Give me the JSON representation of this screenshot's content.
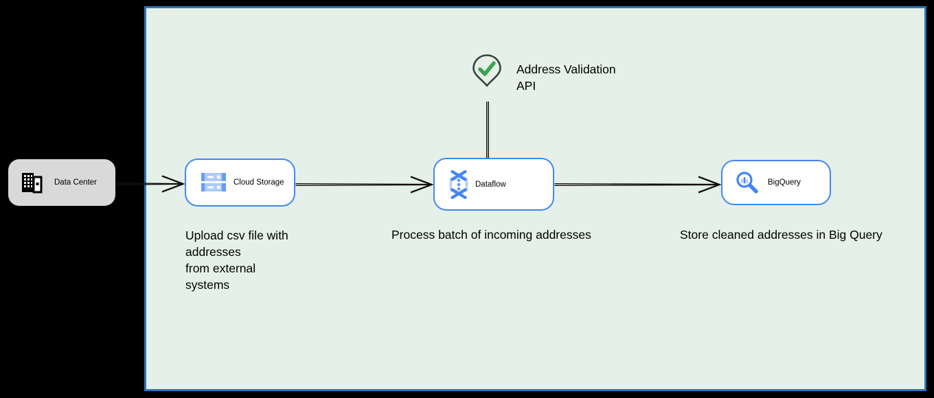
{
  "colors": {
    "canvas_bg": "#000000",
    "container_bg": "#e4f0e8",
    "container_border": "#2e76b5",
    "node_border_blue": "#4285f4",
    "data_center_bg": "#d9d9d9",
    "icon_blue_dark": "#4285f4",
    "icon_blue_mid": "#669df6",
    "icon_blue_light": "#aecbfa",
    "check_green": "#3fa154",
    "pin_outline": "#3c4043",
    "arrow_color": "#111111"
  },
  "nodes": {
    "data_center": {
      "label": "Data Center",
      "icon": "building-icon"
    },
    "cloud_storage": {
      "label": "Cloud Storage",
      "icon": "cloud-storage-icon"
    },
    "dataflow": {
      "label": "Dataflow",
      "icon": "dataflow-icon"
    },
    "bigquery": {
      "label": "BigQuery",
      "icon": "bigquery-icon"
    }
  },
  "annotation": {
    "icon": "location-pin-check-icon",
    "label": "Address Validation\nAPI"
  },
  "captions": {
    "cloud_storage": "Upload csv file with\naddresses\nfrom external\nsystems",
    "dataflow": "Process batch of incoming addresses",
    "bigquery": "Store cleaned addresses in Big Query"
  }
}
